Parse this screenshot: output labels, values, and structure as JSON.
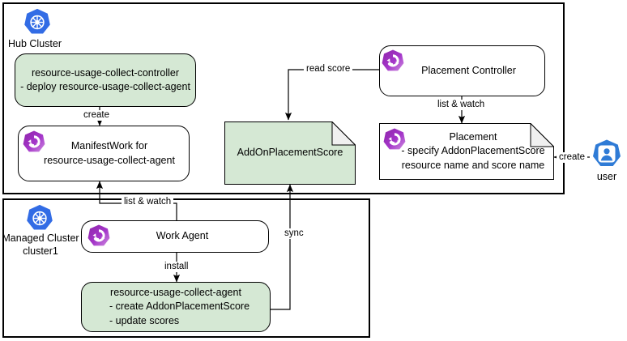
{
  "diagram": {
    "title": "OCM resource-usage-collect addon placement flow",
    "colors": {
      "green_fill": "#d5e8d4",
      "white_fill": "#ffffff",
      "stroke": "#000000",
      "kubernetes_blue": "#326ce5",
      "crd_purple": "#9b30c8",
      "fold_fill": "#f0f0f0"
    }
  },
  "frames": [
    {
      "id": "hub",
      "name": "hub-cluster-frame"
    },
    {
      "id": "managed",
      "name": "managed-cluster-frame"
    }
  ],
  "captions": {
    "hub_cluster": "Hub Cluster",
    "managed_cluster_line1": "Managed Cluster",
    "managed_cluster_line2": "cluster1",
    "user": "user"
  },
  "icons": {
    "hub_cluster": "kubernetes-icon",
    "managed_cluster": "kubernetes-icon",
    "manifestwork": "crd-resource-icon",
    "work_agent": "crd-resource-icon",
    "placement_controller": "crd-resource-icon",
    "placement": "crd-resource-icon",
    "user": "user-icon"
  },
  "nodes": {
    "collect_controller": {
      "name": "resource-usage-collect-controller",
      "lines": [
        "resource-usage-collect-controller",
        "-   deploy resource-usage-collect-agent"
      ]
    },
    "manifestwork": {
      "name": "ManifestWork",
      "lines": [
        "ManifestWork for",
        "resource-usage-collect-agent"
      ]
    },
    "addon_placement_score": {
      "name": "AddOnPlacementScore",
      "lines": [
        "AddOnPlacementScore"
      ]
    },
    "placement_controller": {
      "name": "Placement Controller",
      "lines": [
        "Placement Controller"
      ]
    },
    "placement": {
      "name": "Placement",
      "lines": [
        "Placement",
        "- specify AddonPlacementScore",
        "resource name and score name"
      ]
    },
    "work_agent": {
      "name": "Work Agent",
      "lines": [
        "Work Agent"
      ]
    },
    "collect_agent": {
      "name": "resource-usage-collect-agent",
      "lines": [
        "resource-usage-collect-agent",
        "- create AddonPlacementScore",
        "- update scores"
      ]
    }
  },
  "edges": [
    {
      "id": "create",
      "label": "create",
      "from": "collect_controller",
      "to": "manifestwork"
    },
    {
      "id": "read_score",
      "label": "read score",
      "from": "placement_controller",
      "to": "addon_placement_score"
    },
    {
      "id": "list_watch_pc",
      "label": "list & watch",
      "from": "placement_controller",
      "to": "placement"
    },
    {
      "id": "create_user",
      "label": "create",
      "from": "user",
      "to": "placement"
    },
    {
      "id": "list_watch_wa",
      "label": "list & watch",
      "from": "work_agent",
      "to": "manifestwork"
    },
    {
      "id": "install",
      "label": "install",
      "from": "work_agent",
      "to": "collect_agent"
    },
    {
      "id": "sync",
      "label": "sync",
      "from": "collect_agent",
      "to": "addon_placement_score"
    }
  ]
}
